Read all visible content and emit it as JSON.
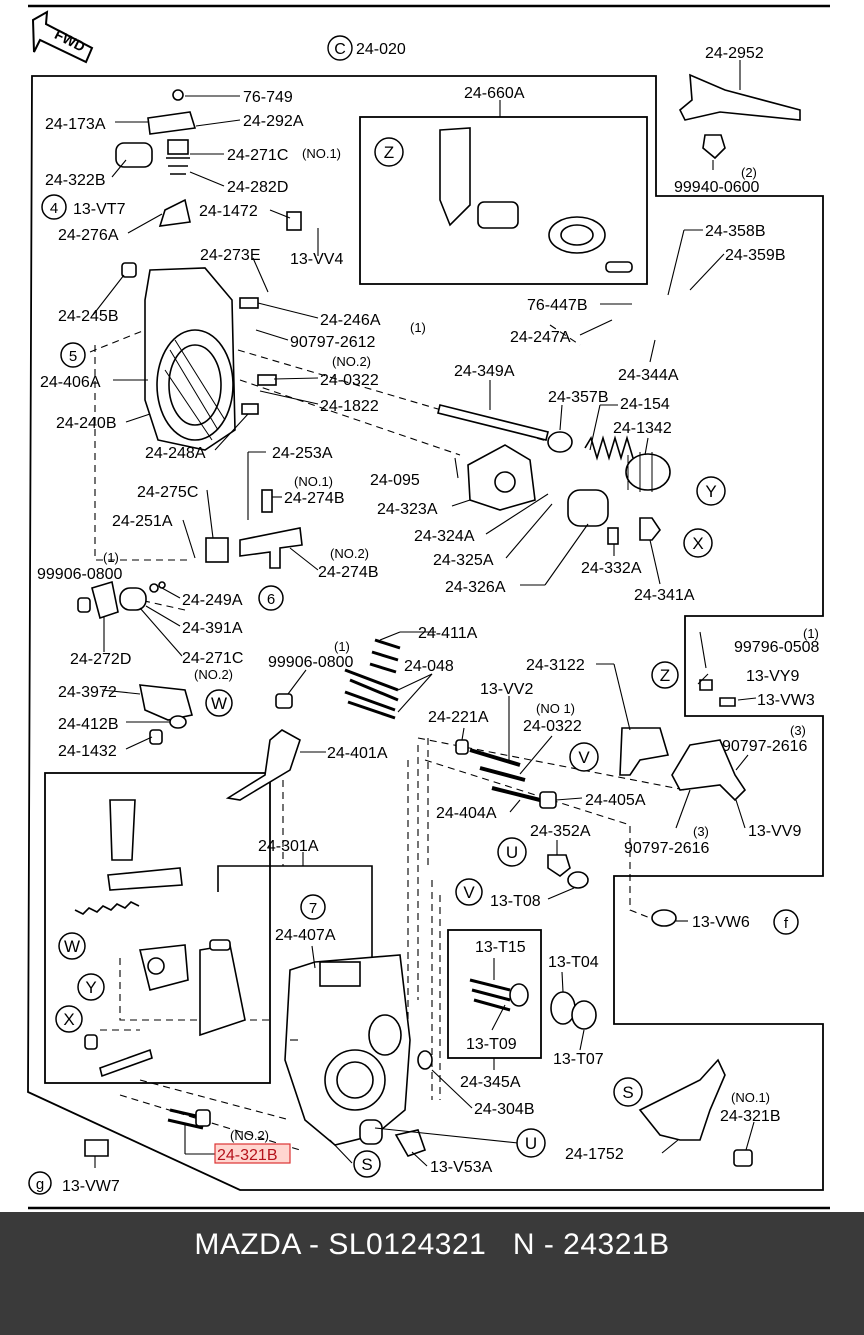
{
  "diagram": {
    "direction_tag": "FWD",
    "assembly_ref_letter": "C",
    "assembly_ref_number": "24-020",
    "labels": [
      "76-749",
      "24-173A",
      "24-292A",
      "24-271C",
      "(NO.1)",
      "24-322B",
      "24-282D",
      "13-VT7",
      "24-1472",
      "24-276A",
      "13-VV4",
      "24-273E",
      "24-245B",
      "24-246A",
      "(1)",
      "90797-2612",
      "(NO.2)",
      "24-406A",
      "24-0322",
      "24-1822",
      "24-240B",
      "24-248A",
      "24-253A",
      "24-095",
      "(NO.1)",
      "24-275C",
      "24-274B",
      "24-251A",
      "(NO.2)",
      "24-274B",
      "(1)",
      "99906-0800",
      "24-249A",
      "24-391A",
      "24-272D",
      "24-271C",
      "(NO.2)",
      "24-3972",
      "24-412B",
      "24-1432",
      "24-660A",
      "24-2952",
      "(2)",
      "99940-0600",
      "24-358B",
      "24-359B",
      "76-447B",
      "24-247A",
      "24-344A",
      "24-349A",
      "24-357B",
      "24-154",
      "24-1342",
      "24-323A",
      "24-324A",
      "24-325A",
      "24-326A",
      "24-332A",
      "24-341A",
      "(1)",
      "99796-0508",
      "13-VY9",
      "13-VW3",
      "24-3122",
      "(1)",
      "99906-0800",
      "24-411A",
      "24-048",
      "13-VV2",
      "(NO 1)",
      "24-221A",
      "24-0322",
      "24-401A",
      "(3)",
      "90797-2616",
      "24-404A",
      "24-405A",
      "24-352A",
      "13-VV9",
      "(3)",
      "90797-2616",
      "24-301A",
      "13-T08",
      "13-VW6",
      "24-407A",
      "13-T15",
      "13-T04",
      "13-T09",
      "13-T07",
      "24-345A",
      "24-304B",
      "(NO.1)",
      "24-321B",
      "24-1752",
      "(NO.2)",
      "24-321B",
      "13-V53A",
      "13-VW7"
    ],
    "callouts": [
      "4",
      "5",
      "6",
      "7",
      "Z",
      "Z",
      "Y",
      "X",
      "W",
      "V",
      "U",
      "V",
      "W",
      "Y",
      "X",
      "S",
      "U",
      "S",
      "f",
      "g"
    ],
    "highlight_color": "#b5121b"
  },
  "footer": {
    "text": "MAZDA - SL0124321   N - 24321B",
    "background": "#3a3a3a",
    "text_color": "#ffffff"
  }
}
